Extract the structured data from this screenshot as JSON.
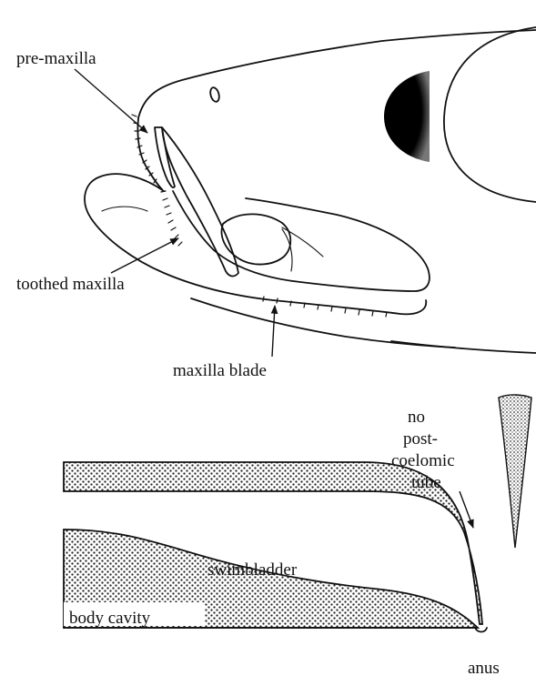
{
  "upper_figure": {
    "labels": {
      "premaxilla": "pre-maxilla",
      "toothed_maxilla": "toothed  maxilla",
      "maxilla_blade": "maxilla  blade"
    }
  },
  "lower_figure": {
    "labels": {
      "note_line1": "no",
      "note_line2": "post-",
      "note_line3": "coelomic",
      "note_line4": "tube",
      "swimbladder": "swimbladder",
      "body_cavity": "body cavity",
      "anus": "anus"
    }
  },
  "colors": {
    "ink": "#111111",
    "background": "#ffffff"
  }
}
